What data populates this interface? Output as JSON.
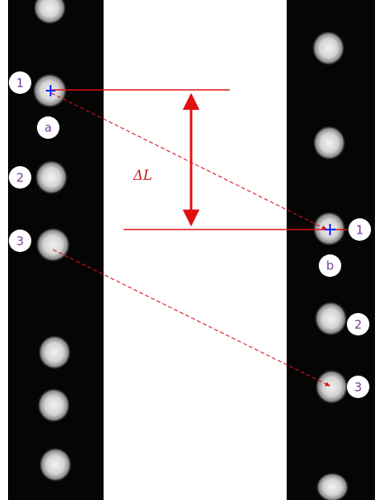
{
  "colors": {
    "background": "#ffffff",
    "strip": "#050505",
    "spot": "#dcdcdc",
    "arrow": "#e01010",
    "cross": "#1a2cff",
    "label_text": "#7a3a9a",
    "label_fill": "#ffffff"
  },
  "left_strip": {
    "labels": [
      {
        "id": "1",
        "text": "1"
      },
      {
        "id": "a",
        "text": "a"
      },
      {
        "id": "2",
        "text": "2"
      },
      {
        "id": "3",
        "text": "3"
      }
    ]
  },
  "right_strip": {
    "labels": [
      {
        "id": "1",
        "text": "1"
      },
      {
        "id": "b",
        "text": "b"
      },
      {
        "id": "2",
        "text": "2"
      },
      {
        "id": "3",
        "text": "3"
      }
    ]
  },
  "measurement": {
    "label": "ΔL"
  },
  "icons": [
    "crosshair-icon",
    "double-arrow-icon",
    "dashed-arrow-icon"
  ]
}
